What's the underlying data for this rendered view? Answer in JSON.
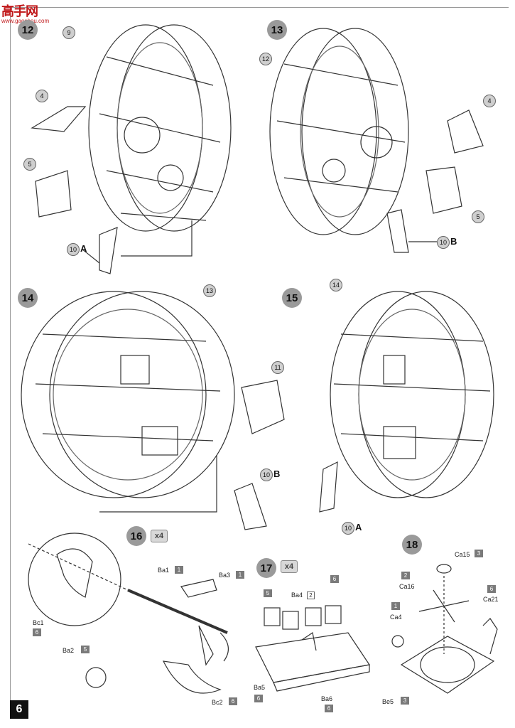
{
  "logo": {
    "text": "高手网",
    "url": "www.gaoshou.com"
  },
  "page_number": "6",
  "steps": [
    "12",
    "13",
    "14",
    "15",
    "16",
    "17",
    "18"
  ],
  "callouts": {
    "s12_9": "9",
    "s12_4": "4",
    "s12_5": "5",
    "s12_10": "10",
    "s12_10_letter": "A",
    "s13_12": "12",
    "s13_4": "4",
    "s13_5": "5",
    "s13_10": "10",
    "s13_10_letter": "B",
    "s14_13": "13",
    "s14_11": "11",
    "s14_10": "10",
    "s14_10_letter": "B",
    "s15_14": "14",
    "s15_10": "10",
    "s15_10_letter": "A"
  },
  "multipliers": {
    "s16": "x4",
    "s17": "x4"
  },
  "parts": {
    "ba1": "Ba1",
    "ba1_sprue": "1",
    "ba3": "Ba3",
    "ba3_sprue": "1",
    "bc1": "Bc1",
    "bc1_sprue": "6",
    "ba2": "Ba2",
    "ba2_sprue": "5",
    "bc2": "Bc2",
    "bc2_sprue": "6",
    "s17_sprue_top5": "5",
    "ba4": "Ba4",
    "ba4_sprue": "2",
    "s17_sprue_top6": "6",
    "ba5": "Ba5",
    "ba5_sprue": "6",
    "ba6": "Ba6",
    "ba6_sprue": "6",
    "ca15": "Ca15",
    "ca15_sprue": "3",
    "ca16_sprue": "2",
    "ca16": "Ca16",
    "ca4_sprue": "1",
    "ca4": "Ca4",
    "ca21_sprue": "6",
    "ca21": "Ca21",
    "be5": "Be5",
    "be5_sprue": "3"
  }
}
